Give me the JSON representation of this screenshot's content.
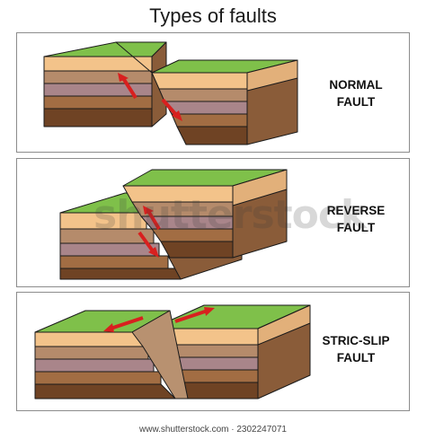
{
  "title": "Types of faults",
  "panels": [
    {
      "line1": "NORMAL",
      "line2": "FAULT"
    },
    {
      "line1": "REVERSE",
      "line2": "FAULT"
    },
    {
      "line1": "STRIC-SLIP",
      "line2": "FAULT"
    }
  ],
  "watermark": "shutterstock",
  "footer": "www.shutterstock.com · 2302247071",
  "colors": {
    "grass": "#7fc04a",
    "layer1_front": "#f3c38a",
    "layer2_front": "#b58b6b",
    "layer3_front": "#a9858a",
    "layer4_front": "#a26d43",
    "layer5_front": "#6f4324",
    "arrow": "#d8201f",
    "outline": "#1a1a1a"
  }
}
